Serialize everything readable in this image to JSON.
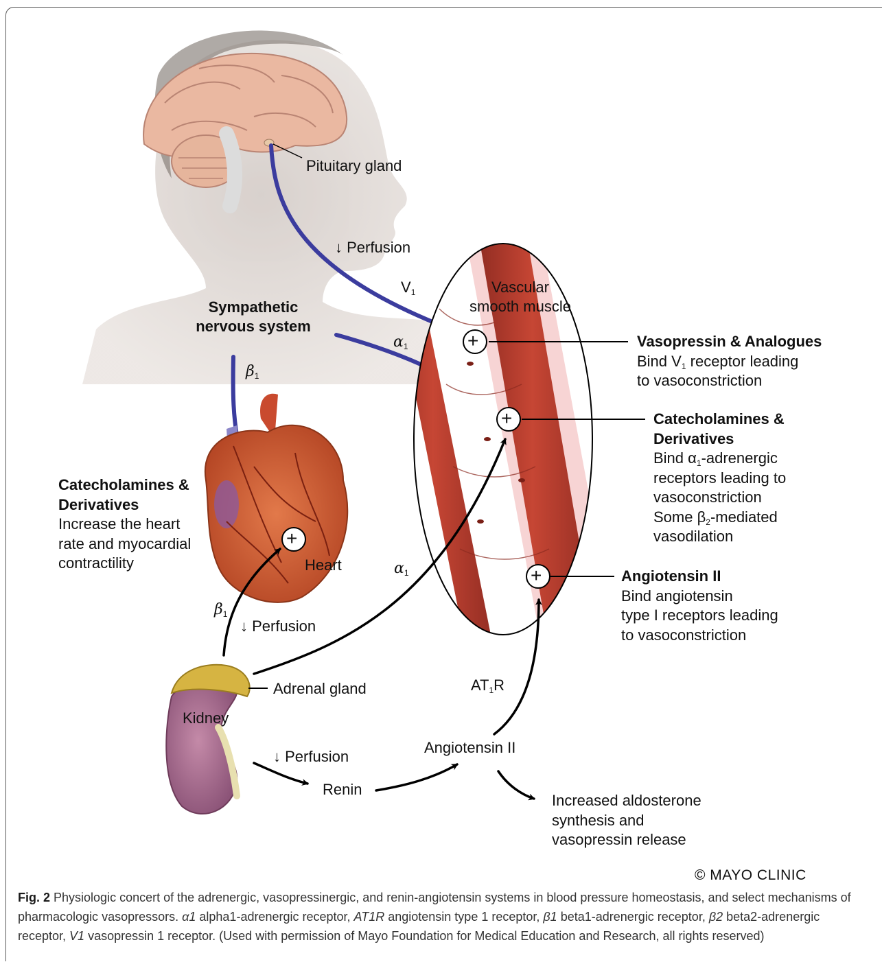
{
  "labels": {
    "pituitary": "Pituitary gland",
    "perfusion_top": "↓ Perfusion",
    "v1": "V",
    "v1_sub": "1",
    "vascular_line1": "Vascular",
    "vascular_line2": "smooth muscle",
    "sns_line1": "Sympathetic",
    "sns_line2": "nervous system",
    "alpha1_top": "α",
    "alpha1_top_sub": "1",
    "beta1_top": "β",
    "beta1_top_sub": "1",
    "heart": "Heart",
    "alpha1_mid": "α",
    "alpha1_mid_sub": "1",
    "beta1_low": "β",
    "beta1_low_sub": "1",
    "perfusion_mid": "↓ Perfusion",
    "adrenal": "Adrenal gland",
    "kidney": "Kidney",
    "at1r_a": "AT",
    "at1r_sub": "1",
    "at1r_b": "R",
    "perfusion_low": "↓ Perfusion",
    "renin": "Renin",
    "angiotensin": "Angiotensin II",
    "increased_l1": "Increased aldosterone",
    "increased_l2": "synthesis and",
    "increased_l3": "vasopressin release",
    "plus": "+"
  },
  "left_block": {
    "title1": "Catecholamines &",
    "title2": "Derivatives",
    "line1": "Increase the heart",
    "line2": "rate and myocardial",
    "line3": "contractility"
  },
  "vaso_block": {
    "title": "Vasopressin & Analogues",
    "line1a": "Bind V",
    "line1_sub": "1",
    "line1b": " receptor leading",
    "line2": "to vasoconstriction"
  },
  "cat_block": {
    "title1": "Catecholamines &",
    "title2": "Derivatives",
    "line1a": "Bind α",
    "line1_sub": "1",
    "line1b": "-adrenergic",
    "line2": "receptors leading to",
    "line3": "vasoconstriction",
    "line4a": "Some β",
    "line4_sub": "2",
    "line4b": "-mediated",
    "line5": "vasodilation"
  },
  "ang_block": {
    "title": "Angiotensin II",
    "line1": "Bind angiotensin",
    "line2": "type I receptors leading",
    "line3": "to vasoconstriction"
  },
  "credit": "© MAYO CLINIC",
  "caption": {
    "fig": "Fig. 2",
    "text1": "  Physiologic concert of the adrenergic, vasopressinergic, and renin-angiotensin systems in blood pressure homeostasis, and select mechanisms of pharmacologic vasopressors. ",
    "a1": "α1",
    "a1_def": " alpha1-adrenergic receptor, ",
    "at1r": "AT1R",
    "at1r_def": " angiotensin type 1 receptor, ",
    "b1": "β1",
    "b1_def": " beta1-adrenergic receptor, ",
    "b2": "β2",
    "b2_def": " beta2-adrenergic receptor, ",
    "v1": "V1",
    "v1_def": " vasopressin 1 receptor. (Used with permission of Mayo Foundation for Medical Education and Research, all rights reserved)"
  },
  "colors": {
    "nerve": "#3b3c9e",
    "vessel": "#b23a2c",
    "skin": "#d8d0cb",
    "brain": "#e8b7a0",
    "heart": "#c8552f",
    "kidney": "#a56b8d",
    "adrenal": "#d6b442"
  }
}
